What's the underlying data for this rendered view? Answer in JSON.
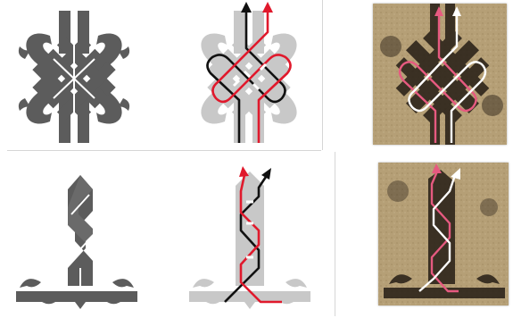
{
  "colors": {
    "background": "#ffffff",
    "ornament_gray": "#5c5c5c",
    "ornament_light_gray": "#c8c8c8",
    "strand_black": "#111111",
    "strand_red": "#e0192c",
    "photo_parchment": "#b09a72",
    "photo_ink": "#2a2118",
    "photo_pink": "#e65a80",
    "photo_white": "#ffffff"
  },
  "panels": [
    {
      "name": "top-left-knot-silhouette",
      "kind": "gray-ornament"
    },
    {
      "name": "top-middle-knot-strand-trace",
      "kind": "strand-diagram"
    },
    {
      "name": "top-right-knot-photo",
      "kind": "manuscript-photo"
    },
    {
      "name": "bottom-left-stem-silhouette",
      "kind": "gray-ornament"
    },
    {
      "name": "bottom-middle-stem-strand-trace",
      "kind": "strand-diagram"
    },
    {
      "name": "bottom-right-stem-photo",
      "kind": "manuscript-photo"
    }
  ]
}
